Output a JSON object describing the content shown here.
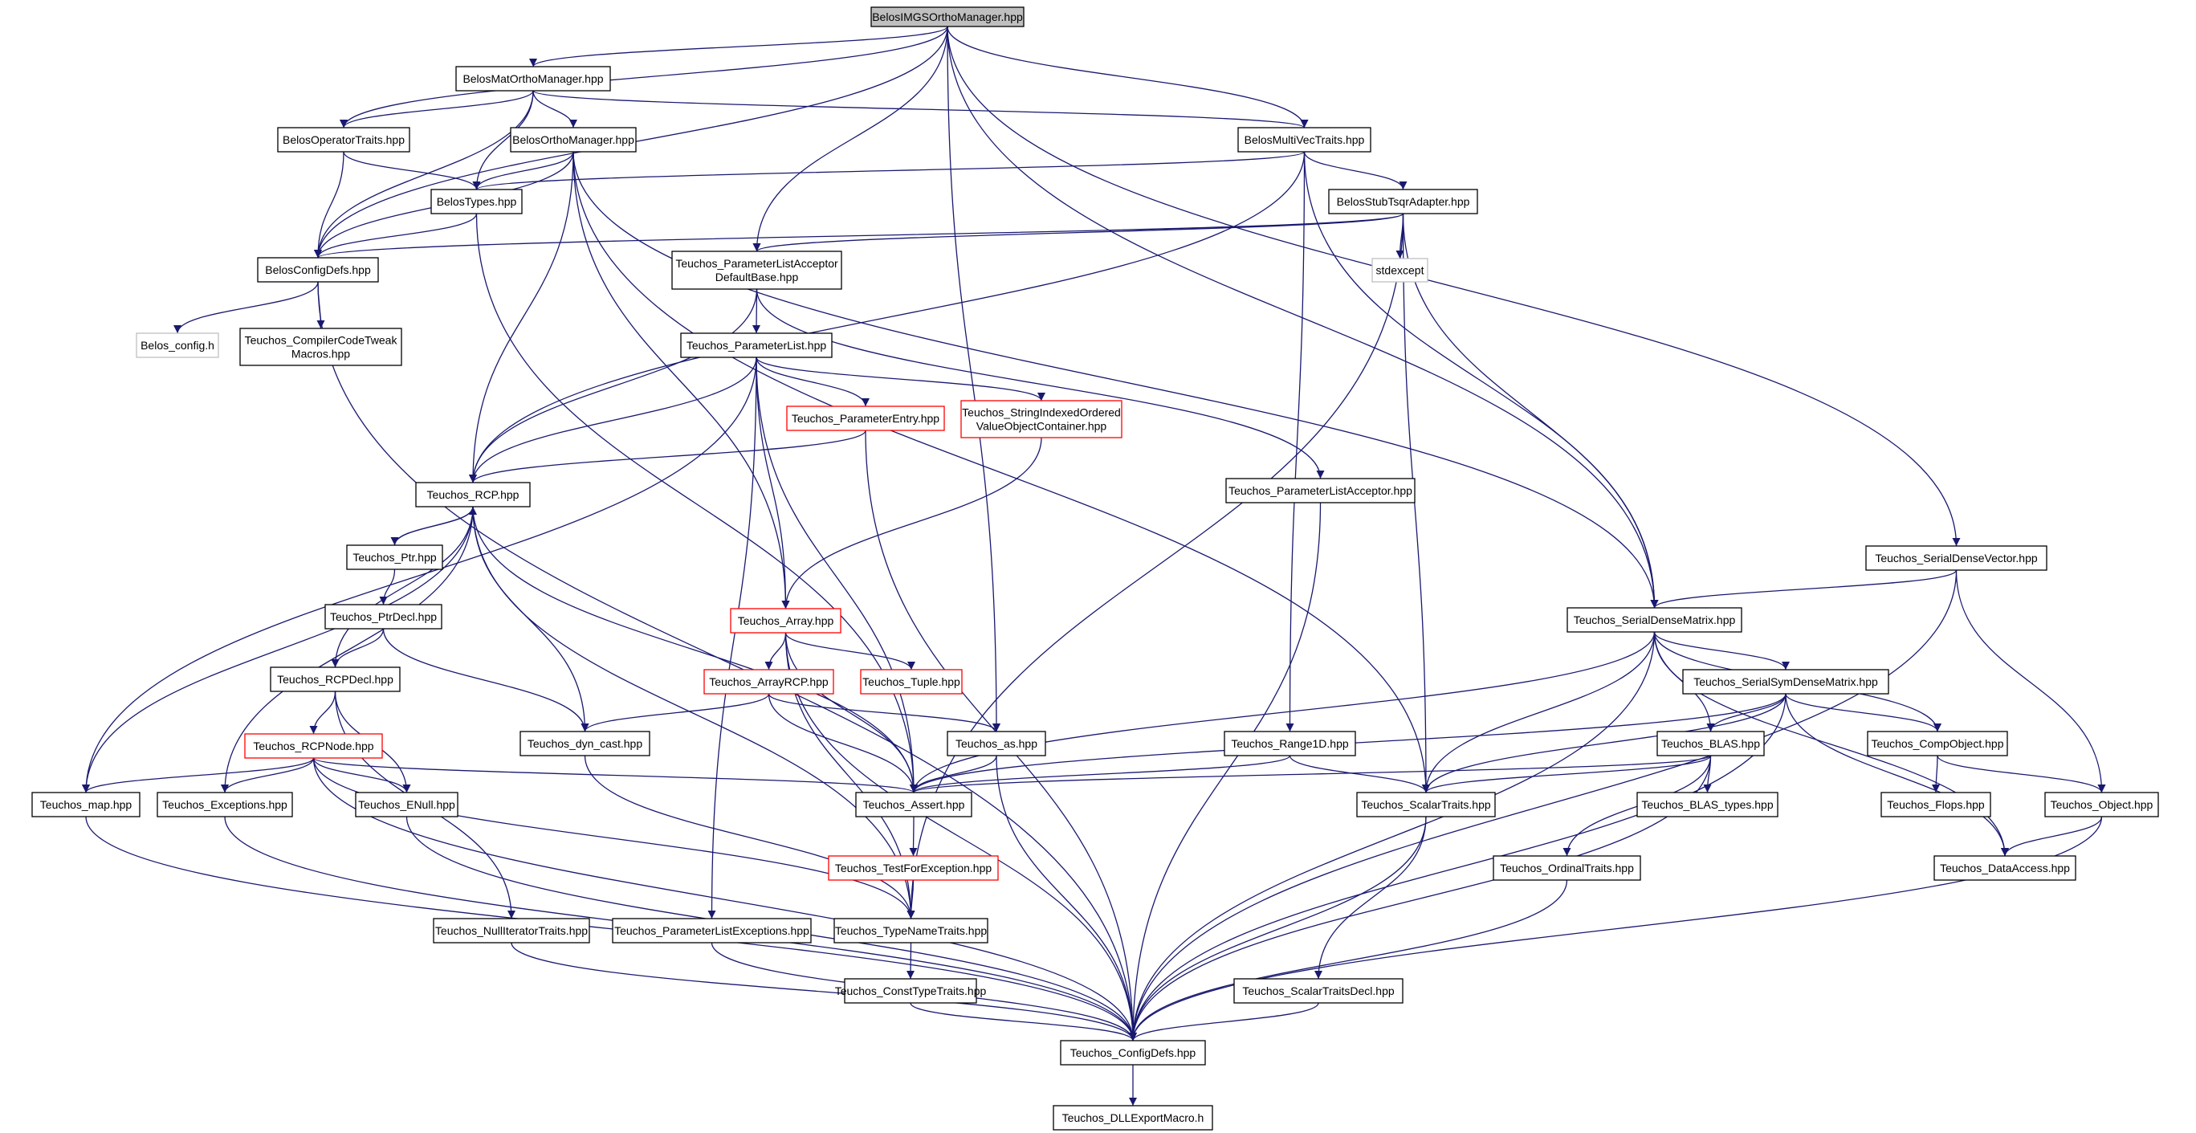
{
  "colors": {
    "edge": "#191970",
    "node_border": "#000000",
    "node_border_truncated": "#ff0000",
    "node_border_external": "#bfbfbf",
    "root_fill": "#bfbfbf",
    "node_fill": "#ffffff"
  },
  "nodes": [
    {
      "id": "root",
      "lines": [
        "BelosIMGSOrthoManager.hpp"
      ],
      "style": "root"
    },
    {
      "id": "matortho",
      "lines": [
        "BelosMatOrthoManager.hpp"
      ],
      "style": "normal"
    },
    {
      "id": "optraits",
      "lines": [
        "BelosOperatorTraits.hpp"
      ],
      "style": "normal"
    },
    {
      "id": "orthomgr",
      "lines": [
        "BelosOrthoManager.hpp"
      ],
      "style": "normal"
    },
    {
      "id": "mvtraits",
      "lines": [
        "BelosMultiVecTraits.hpp"
      ],
      "style": "normal"
    },
    {
      "id": "types",
      "lines": [
        "BelosTypes.hpp"
      ],
      "style": "normal"
    },
    {
      "id": "stubtsqr",
      "lines": [
        "BelosStubTsqrAdapter.hpp"
      ],
      "style": "normal"
    },
    {
      "id": "configdefs_belos",
      "lines": [
        "BelosConfigDefs.hpp"
      ],
      "style": "normal"
    },
    {
      "id": "plad",
      "lines": [
        "Teuchos_ParameterListAcceptor",
        "DefaultBase.hpp"
      ],
      "style": "normal"
    },
    {
      "id": "stdexcept",
      "lines": [
        "stdexcept"
      ],
      "style": "external"
    },
    {
      "id": "belos_config",
      "lines": [
        "Belos_config.h"
      ],
      "style": "external"
    },
    {
      "id": "compilertweak",
      "lines": [
        "Teuchos_CompilerCodeTweak",
        "Macros.hpp"
      ],
      "style": "normal"
    },
    {
      "id": "paramlist",
      "lines": [
        "Teuchos_ParameterList.hpp"
      ],
      "style": "normal"
    },
    {
      "id": "paramentry",
      "lines": [
        "Teuchos_ParameterEntry.hpp"
      ],
      "style": "truncated"
    },
    {
      "id": "stringindexed",
      "lines": [
        "Teuchos_StringIndexedOrdered",
        "ValueObjectContainer.hpp"
      ],
      "style": "truncated"
    },
    {
      "id": "rcp",
      "lines": [
        "Teuchos_RCP.hpp"
      ],
      "style": "normal"
    },
    {
      "id": "placceptor",
      "lines": [
        "Teuchos_ParameterListAcceptor.hpp"
      ],
      "style": "normal"
    },
    {
      "id": "ptr",
      "lines": [
        "Teuchos_Ptr.hpp"
      ],
      "style": "normal"
    },
    {
      "id": "sdvector",
      "lines": [
        "Teuchos_SerialDenseVector.hpp"
      ],
      "style": "normal"
    },
    {
      "id": "ptrdecl",
      "lines": [
        "Teuchos_PtrDecl.hpp"
      ],
      "style": "normal"
    },
    {
      "id": "array",
      "lines": [
        "Teuchos_Array.hpp"
      ],
      "style": "truncated"
    },
    {
      "id": "sdmatrix",
      "lines": [
        "Teuchos_SerialDenseMatrix.hpp"
      ],
      "style": "normal"
    },
    {
      "id": "rcpdecl",
      "lines": [
        "Teuchos_RCPDecl.hpp"
      ],
      "style": "normal"
    },
    {
      "id": "arrayrcp",
      "lines": [
        "Teuchos_ArrayRCP.hpp"
      ],
      "style": "truncated"
    },
    {
      "id": "tuple",
      "lines": [
        "Teuchos_Tuple.hpp"
      ],
      "style": "truncated"
    },
    {
      "id": "ssdmatrix",
      "lines": [
        "Teuchos_SerialSymDenseMatrix.hpp"
      ],
      "style": "normal"
    },
    {
      "id": "rcpnode",
      "lines": [
        "Teuchos_RCPNode.hpp"
      ],
      "style": "truncated"
    },
    {
      "id": "dyncast",
      "lines": [
        "Teuchos_dyn_cast.hpp"
      ],
      "style": "normal"
    },
    {
      "id": "as",
      "lines": [
        "Teuchos_as.hpp"
      ],
      "style": "normal"
    },
    {
      "id": "range1d",
      "lines": [
        "Teuchos_Range1D.hpp"
      ],
      "style": "normal"
    },
    {
      "id": "blas",
      "lines": [
        "Teuchos_BLAS.hpp"
      ],
      "style": "normal"
    },
    {
      "id": "compobject",
      "lines": [
        "Teuchos_CompObject.hpp"
      ],
      "style": "normal"
    },
    {
      "id": "map",
      "lines": [
        "Teuchos_map.hpp"
      ],
      "style": "normal"
    },
    {
      "id": "exceptions",
      "lines": [
        "Teuchos_Exceptions.hpp"
      ],
      "style": "normal"
    },
    {
      "id": "enull",
      "lines": [
        "Teuchos_ENull.hpp"
      ],
      "style": "normal"
    },
    {
      "id": "assert",
      "lines": [
        "Teuchos_Assert.hpp"
      ],
      "style": "normal"
    },
    {
      "id": "scalartraits",
      "lines": [
        "Teuchos_ScalarTraits.hpp"
      ],
      "style": "normal"
    },
    {
      "id": "blastypes",
      "lines": [
        "Teuchos_BLAS_types.hpp"
      ],
      "style": "normal"
    },
    {
      "id": "flops",
      "lines": [
        "Teuchos_Flops.hpp"
      ],
      "style": "normal"
    },
    {
      "id": "object",
      "lines": [
        "Teuchos_Object.hpp"
      ],
      "style": "normal"
    },
    {
      "id": "testforexc",
      "lines": [
        "Teuchos_TestForException.hpp"
      ],
      "style": "truncated"
    },
    {
      "id": "ordinaltraits",
      "lines": [
        "Teuchos_OrdinalTraits.hpp"
      ],
      "style": "normal"
    },
    {
      "id": "dataaccess",
      "lines": [
        "Teuchos_DataAccess.hpp"
      ],
      "style": "normal"
    },
    {
      "id": "nulliter",
      "lines": [
        "Teuchos_NullIteratorTraits.hpp"
      ],
      "style": "normal"
    },
    {
      "id": "plexceptions",
      "lines": [
        "Teuchos_ParameterListExceptions.hpp"
      ],
      "style": "normal"
    },
    {
      "id": "typenametraits",
      "lines": [
        "Teuchos_TypeNameTraits.hpp"
      ],
      "style": "normal"
    },
    {
      "id": "consttypetraits",
      "lines": [
        "Teuchos_ConstTypeTraits.hpp"
      ],
      "style": "normal"
    },
    {
      "id": "scalartraitsdecl",
      "lines": [
        "Teuchos_ScalarTraitsDecl.hpp"
      ],
      "style": "normal"
    },
    {
      "id": "configdefs",
      "lines": [
        "Teuchos_ConfigDefs.hpp"
      ],
      "style": "normal"
    },
    {
      "id": "dllexport",
      "lines": [
        "Teuchos_DLLExportMacro.h"
      ],
      "style": "normal"
    }
  ],
  "edges": [
    [
      "root",
      "matortho"
    ],
    [
      "root",
      "optraits"
    ],
    [
      "root",
      "configdefs_belos"
    ],
    [
      "root",
      "mvtraits"
    ],
    [
      "root",
      "plad"
    ],
    [
      "root",
      "as"
    ],
    [
      "root",
      "sdmatrix"
    ],
    [
      "root",
      "sdvector"
    ],
    [
      "matortho",
      "optraits"
    ],
    [
      "matortho",
      "orthomgr"
    ],
    [
      "matortho",
      "types"
    ],
    [
      "matortho",
      "configdefs_belos"
    ],
    [
      "matortho",
      "mvtraits"
    ],
    [
      "optraits",
      "types"
    ],
    [
      "optraits",
      "configdefs_belos"
    ],
    [
      "orthomgr",
      "types"
    ],
    [
      "orthomgr",
      "configdefs_belos"
    ],
    [
      "orthomgr",
      "rcp"
    ],
    [
      "orthomgr",
      "array"
    ],
    [
      "orthomgr",
      "sdmatrix"
    ],
    [
      "orthomgr",
      "scalartraits"
    ],
    [
      "mvtraits",
      "types"
    ],
    [
      "mvtraits",
      "stubtsqr"
    ],
    [
      "mvtraits",
      "rcp"
    ],
    [
      "mvtraits",
      "range1d"
    ],
    [
      "mvtraits",
      "sdmatrix"
    ],
    [
      "types",
      "configdefs_belos"
    ],
    [
      "types",
      "assert"
    ],
    [
      "stubtsqr",
      "configdefs_belos"
    ],
    [
      "stubtsqr",
      "plad"
    ],
    [
      "stubtsqr",
      "stdexcept"
    ],
    [
      "stubtsqr",
      "sdmatrix"
    ],
    [
      "stubtsqr",
      "scalartraits"
    ],
    [
      "stubtsqr",
      "typenametraits"
    ],
    [
      "configdefs_belos",
      "belos_config"
    ],
    [
      "configdefs_belos",
      "compilertweak"
    ],
    [
      "configdefs_belos",
      "configdefs"
    ],
    [
      "plad",
      "paramlist"
    ],
    [
      "plad",
      "placceptor"
    ],
    [
      "plad",
      "rcp"
    ],
    [
      "paramlist",
      "paramentry"
    ],
    [
      "paramlist",
      "stringindexed"
    ],
    [
      "paramlist",
      "rcp"
    ],
    [
      "paramlist",
      "array"
    ],
    [
      "paramlist",
      "assert"
    ],
    [
      "paramlist",
      "map"
    ],
    [
      "paramlist",
      "plexceptions"
    ],
    [
      "paramentry",
      "rcp"
    ],
    [
      "paramentry",
      "configdefs"
    ],
    [
      "stringindexed",
      "array"
    ],
    [
      "rcp",
      "ptr"
    ],
    [
      "rcp",
      "rcpdecl"
    ],
    [
      "rcp",
      "dyncast"
    ],
    [
      "rcp",
      "map"
    ],
    [
      "rcp",
      "exceptions"
    ],
    [
      "rcp",
      "assert"
    ],
    [
      "rcp",
      "typenametraits"
    ],
    [
      "ptr",
      "rcp"
    ],
    [
      "ptr",
      "ptrdecl"
    ],
    [
      "ptrdecl",
      "rcpdecl"
    ],
    [
      "ptrdecl",
      "dyncast"
    ],
    [
      "placceptor",
      "configdefs"
    ],
    [
      "rcpdecl",
      "rcpnode"
    ],
    [
      "rcpdecl",
      "enull"
    ],
    [
      "rcpdecl",
      "nulliter"
    ],
    [
      "rcpnode",
      "map"
    ],
    [
      "rcpnode",
      "exceptions"
    ],
    [
      "rcpnode",
      "enull"
    ],
    [
      "rcpnode",
      "assert"
    ],
    [
      "rcpnode",
      "typenametraits"
    ],
    [
      "rcpnode",
      "configdefs"
    ],
    [
      "array",
      "arrayrcp"
    ],
    [
      "array",
      "tuple"
    ],
    [
      "array",
      "assert"
    ],
    [
      "array",
      "typenametraits"
    ],
    [
      "array",
      "configdefs"
    ],
    [
      "arrayrcp",
      "dyncast"
    ],
    [
      "arrayrcp",
      "as"
    ],
    [
      "arrayrcp",
      "assert"
    ],
    [
      "as",
      "assert"
    ],
    [
      "as",
      "configdefs"
    ],
    [
      "dyncast",
      "typenametraits"
    ],
    [
      "assert",
      "testforexc"
    ],
    [
      "testforexc",
      "typenametraits"
    ],
    [
      "typenametraits",
      "consttypetraits"
    ],
    [
      "consttypetraits",
      "configdefs"
    ],
    [
      "map",
      "configdefs"
    ],
    [
      "exceptions",
      "configdefs"
    ],
    [
      "enull",
      "configdefs"
    ],
    [
      "nulliter",
      "configdefs"
    ],
    [
      "plexceptions",
      "configdefs"
    ],
    [
      "sdvector",
      "sdmatrix"
    ],
    [
      "sdvector",
      "object"
    ],
    [
      "sdvector",
      "configdefs"
    ],
    [
      "sdmatrix",
      "ssdmatrix"
    ],
    [
      "sdmatrix",
      "blas"
    ],
    [
      "sdmatrix",
      "compobject"
    ],
    [
      "sdmatrix",
      "scalartraits"
    ],
    [
      "sdmatrix",
      "dataaccess"
    ],
    [
      "sdmatrix",
      "assert"
    ],
    [
      "sdmatrix",
      "configdefs"
    ],
    [
      "ssdmatrix",
      "blas"
    ],
    [
      "ssdmatrix",
      "compobject"
    ],
    [
      "ssdmatrix",
      "scalartraits"
    ],
    [
      "ssdmatrix",
      "dataaccess"
    ],
    [
      "ssdmatrix",
      "assert"
    ],
    [
      "ssdmatrix",
      "configdefs"
    ],
    [
      "range1d",
      "scalartraits"
    ],
    [
      "range1d",
      "assert"
    ],
    [
      "blas",
      "scalartraits"
    ],
    [
      "blas",
      "blastypes"
    ],
    [
      "blas",
      "ordinaltraits"
    ],
    [
      "blas",
      "assert"
    ],
    [
      "blas",
      "configdefs"
    ],
    [
      "compobject",
      "flops"
    ],
    [
      "compobject",
      "object"
    ],
    [
      "object",
      "dataaccess"
    ],
    [
      "object",
      "configdefs"
    ],
    [
      "scalartraits",
      "scalartraitsdecl"
    ],
    [
      "scalartraits",
      "configdefs"
    ],
    [
      "scalartraitsdecl",
      "configdefs"
    ],
    [
      "ordinaltraits",
      "configdefs"
    ],
    [
      "configdefs",
      "dllexport"
    ]
  ]
}
